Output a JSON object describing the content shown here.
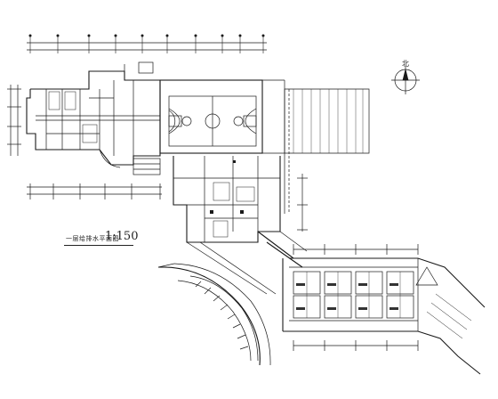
{
  "drawing": {
    "title": "一层给排水平面图",
    "scale": "1:150",
    "north_label": "北"
  },
  "colors": {
    "background": "#ffffff",
    "line": "#1a1a1a",
    "hatch": "#333333"
  }
}
